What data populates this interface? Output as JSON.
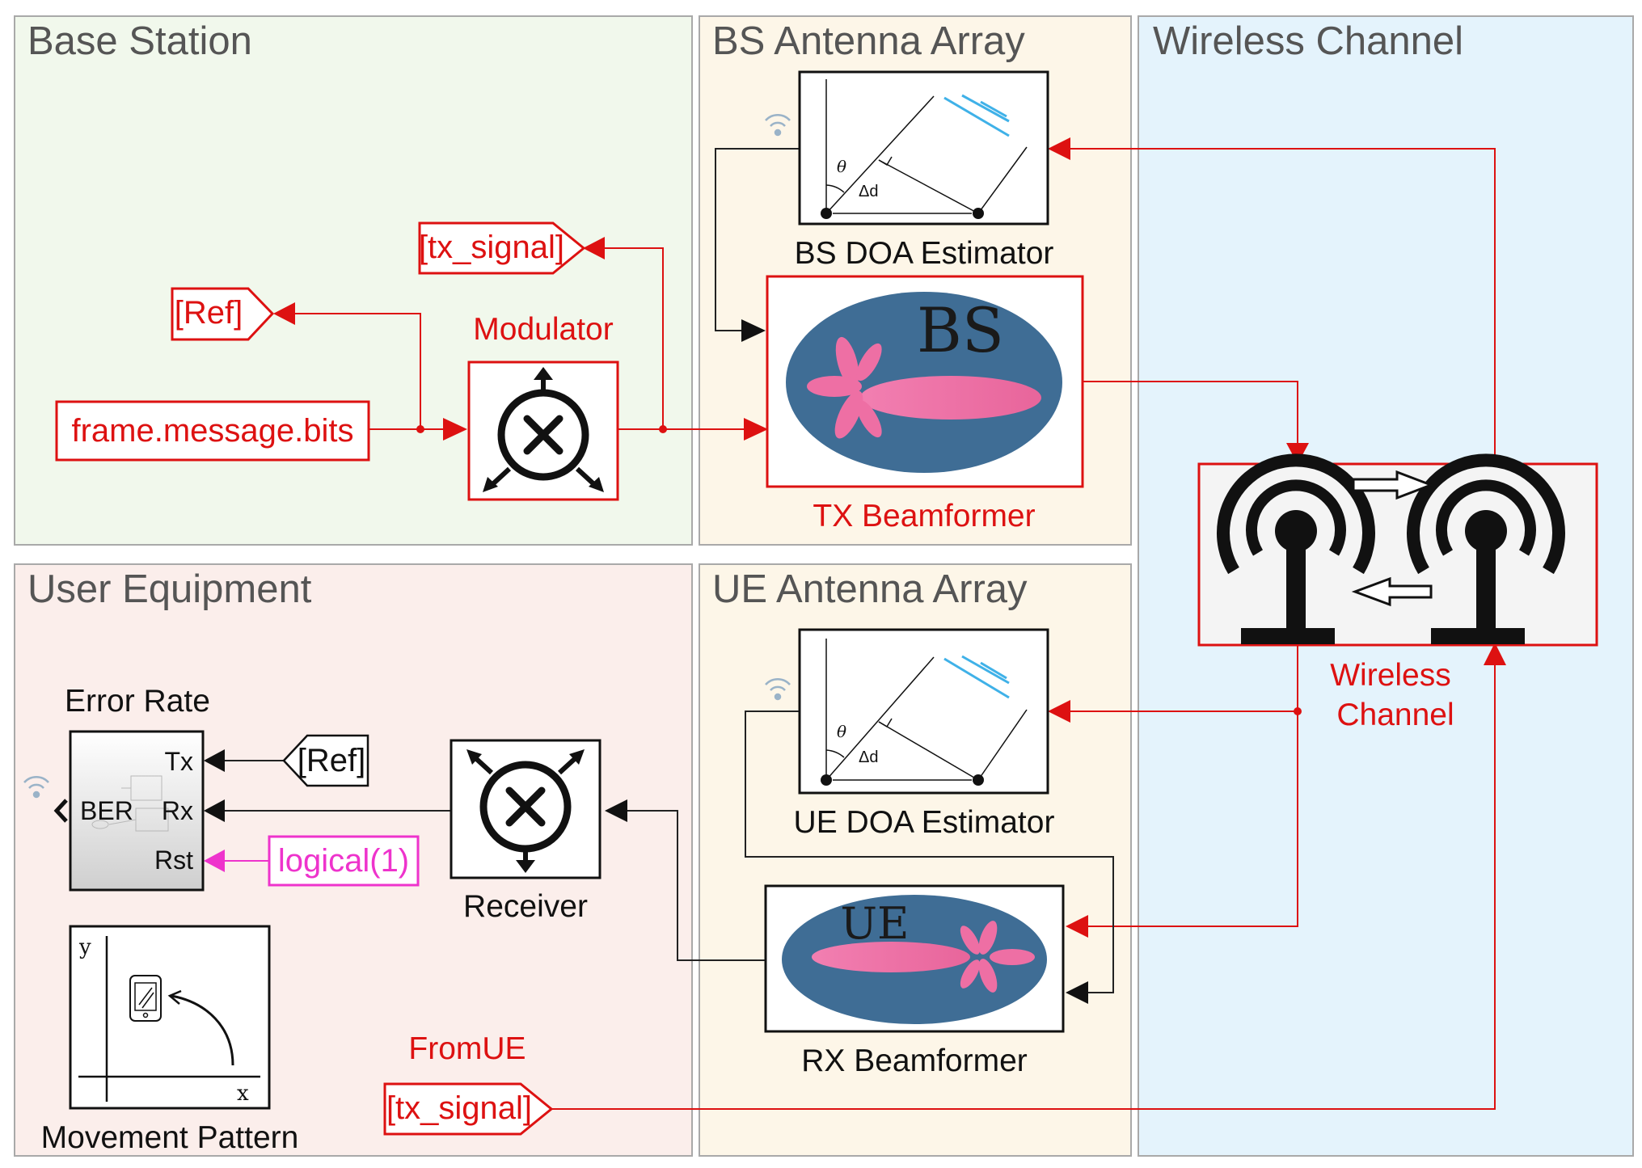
{
  "areas": {
    "base_station": "Base Station",
    "bs_antenna_array": "BS Antenna Array",
    "wireless_channel": "Wireless Channel",
    "user_equipment": "User Equipment",
    "ue_antenna_array": "UE Antenna Array"
  },
  "blocks": {
    "bs_doa": {
      "label": "BS DOA Estimator",
      "theta": "θ",
      "delta_d": "Δd"
    },
    "tx_beamformer": {
      "label": "TX Beamformer",
      "logo_text": "BS"
    },
    "modulator": {
      "label": "Modulator"
    },
    "ue_doa": {
      "label": "UE DOA Estimator",
      "theta": "θ",
      "delta_d": "Δd"
    },
    "rx_beamformer": {
      "label": "RX Beamformer",
      "logo_text": "UE"
    },
    "receiver": {
      "label": "Receiver"
    },
    "error_rate": {
      "label": "Error Rate",
      "ports": {
        "tx": "Tx",
        "rx": "Rx",
        "rst": "Rst",
        "ber": "BER"
      }
    },
    "movement": {
      "label": "Movement Pattern",
      "axis_y": "y",
      "axis_x": "x"
    },
    "wireless_channel": {
      "label_line1": "Wireless",
      "label_line2": "Channel"
    }
  },
  "tags": {
    "goto_tx_signal": "[tx_signal]",
    "goto_ref": "[Ref]",
    "const_bits": "frame.message.bits",
    "from_ref": "[Ref]",
    "const_logical": "logical(1)",
    "from_ue_title": "FromUE",
    "from_ue_tag": "[tx_signal]"
  },
  "colors": {
    "signal_red": "#dd1111",
    "magenta": "#ee33cc",
    "bs_area_bg": "#f1f8ec",
    "antenna_area_bg": "#fdf6e8",
    "channel_area_bg": "#e4f3fc",
    "ue_area_bg": "#fbeeeb",
    "lobe_pink": "#ee6fa4",
    "logo_blue": "#3f6d95"
  }
}
